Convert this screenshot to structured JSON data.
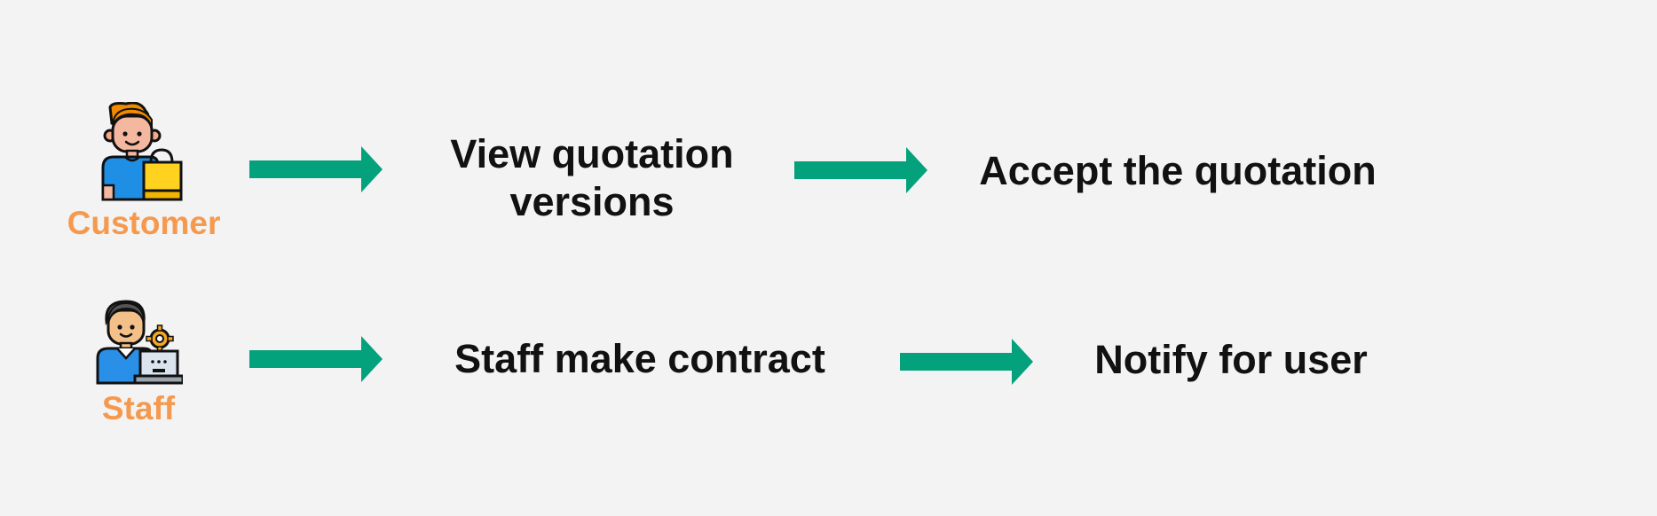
{
  "colors": {
    "background": "#f3f3f3",
    "arrow": "#03a17c",
    "actor_label": "#f5994e",
    "step_text": "#111111"
  },
  "rows": [
    {
      "actor": {
        "label": "Customer",
        "icon": "customer-shopping-icon"
      },
      "steps": [
        "View quotation versions",
        "Accept the quotation"
      ]
    },
    {
      "actor": {
        "label": "Staff",
        "icon": "staff-laptop-gear-icon"
      },
      "steps": [
        "Staff make contract",
        "Notify for user"
      ]
    }
  ],
  "step_lines": {
    "view_quotation_line1": "View quotation",
    "view_quotation_line2": "versions"
  }
}
